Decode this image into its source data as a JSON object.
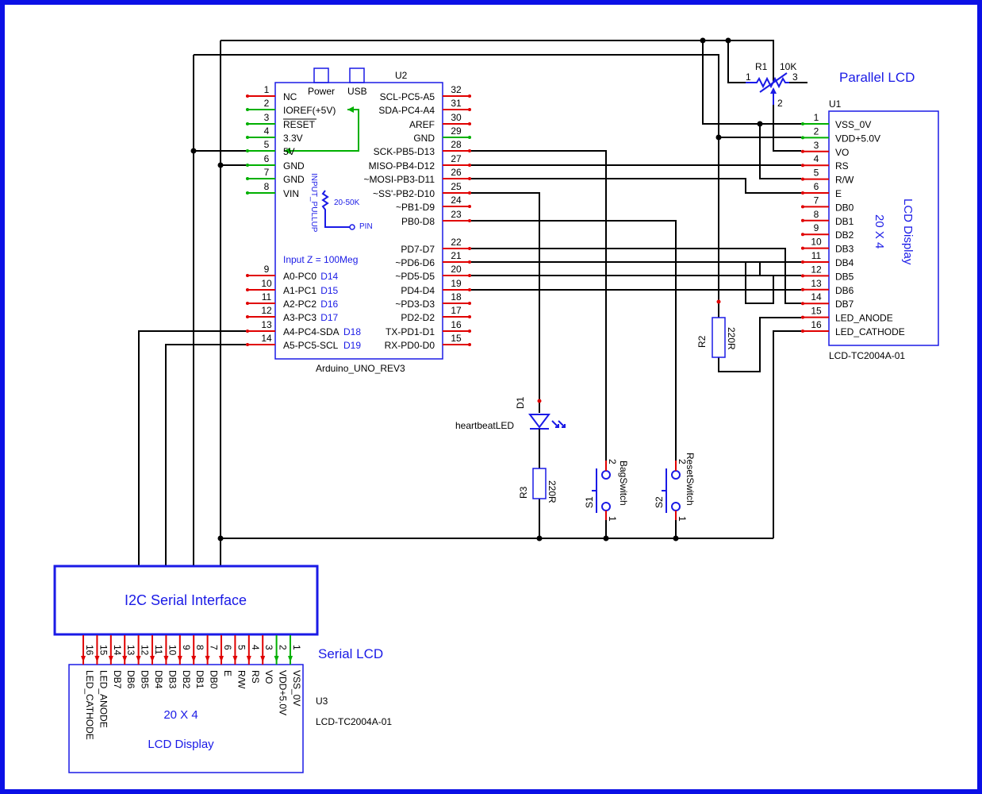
{
  "uno": {
    "ref": "U2",
    "name": "Arduino_UNO_REV3",
    "top_labels": [
      "Power",
      "USB"
    ],
    "left_pins": [
      {
        "num": "1",
        "label": "NC",
        "ext": ""
      },
      {
        "num": "2",
        "label": "IOREF(+5V)",
        "ext": ""
      },
      {
        "num": "3",
        "label": "RESET",
        "ext": ""
      },
      {
        "num": "4",
        "label": "3.3V",
        "ext": ""
      },
      {
        "num": "5",
        "label": "5V",
        "ext": ""
      },
      {
        "num": "6",
        "label": "GND",
        "ext": ""
      },
      {
        "num": "7",
        "label": "GND",
        "ext": ""
      },
      {
        "num": "8",
        "label": "VIN",
        "ext": ""
      },
      {
        "num": "9",
        "label": "A0-PC0",
        "ext": "D14"
      },
      {
        "num": "10",
        "label": "A1-PC1",
        "ext": "D15"
      },
      {
        "num": "11",
        "label": "A2-PC2",
        "ext": "D16"
      },
      {
        "num": "12",
        "label": "A3-PC3",
        "ext": "D17"
      },
      {
        "num": "13",
        "label": "A4-PC4-SDA",
        "ext": "D18"
      },
      {
        "num": "14",
        "label": "A5-PC5-SCL",
        "ext": "D19"
      }
    ],
    "right_pins": [
      {
        "num": "32",
        "label": "SCL-PC5-A5"
      },
      {
        "num": "31",
        "label": "SDA-PC4-A4"
      },
      {
        "num": "30",
        "label": "AREF"
      },
      {
        "num": "29",
        "label": "GND"
      },
      {
        "num": "28",
        "label": "SCK-PB5-D13"
      },
      {
        "num": "27",
        "label": "MISO-PB4-D12"
      },
      {
        "num": "26",
        "label": "~MOSI-PB3-D11"
      },
      {
        "num": "25",
        "label": "~SS'-PB2-D10"
      },
      {
        "num": "24",
        "label": "~PB1-D9"
      },
      {
        "num": "23",
        "label": "PB0-D8"
      },
      {
        "num": "22",
        "label": "PD7-D7"
      },
      {
        "num": "21",
        "label": "~PD6-D6"
      },
      {
        "num": "20",
        "label": "~PD5-D5"
      },
      {
        "num": "19",
        "label": "PD4-D4"
      },
      {
        "num": "18",
        "label": "~PD3-D3"
      },
      {
        "num": "17",
        "label": "PD2-D2"
      },
      {
        "num": "16",
        "label": "TX-PD1-D1"
      },
      {
        "num": "15",
        "label": "RX-PD0-D0"
      }
    ],
    "pullup_label": "INPUT_PULLUP",
    "pullup_value": "20-50K",
    "pin_label": "PIN",
    "input_z": "Input Z = 100Meg"
  },
  "parallel_lcd": {
    "title": "Parallel LCD",
    "ref": "U1",
    "part": "LCD-TC2004A-01",
    "size": "20 X 4",
    "caption": "LCD Display",
    "pins": [
      {
        "num": "1",
        "label": "VSS_0V"
      },
      {
        "num": "2",
        "label": "VDD+5.0V"
      },
      {
        "num": "3",
        "label": "VO"
      },
      {
        "num": "4",
        "label": "RS"
      },
      {
        "num": "5",
        "label": "R/W"
      },
      {
        "num": "6",
        "label": "E"
      },
      {
        "num": "7",
        "label": "DB0"
      },
      {
        "num": "8",
        "label": "DB1"
      },
      {
        "num": "9",
        "label": "DB2"
      },
      {
        "num": "10",
        "label": "DB3"
      },
      {
        "num": "11",
        "label": "DB4"
      },
      {
        "num": "12",
        "label": "DB5"
      },
      {
        "num": "13",
        "label": "DB6"
      },
      {
        "num": "14",
        "label": "DB7"
      },
      {
        "num": "15",
        "label": "LED_ANODE"
      },
      {
        "num": "16",
        "label": "LED_CATHODE"
      }
    ]
  },
  "pot": {
    "ref": "R1",
    "value": "10K",
    "pin1": "1",
    "pin2": "2",
    "pin3": "3"
  },
  "r2": {
    "ref": "R2",
    "value": "220R"
  },
  "r3": {
    "ref": "R3",
    "value": "220R"
  },
  "led": {
    "ref": "D1",
    "name": "heartbeatLED"
  },
  "s1": {
    "ref": "S1",
    "name": "BagSwitch",
    "p1": "1",
    "p2": "2"
  },
  "s2": {
    "ref": "S2",
    "name": "ResetSwitch",
    "p1": "1",
    "p2": "2"
  },
  "i2c": {
    "label": "I2C Serial Interface"
  },
  "serial_lcd": {
    "title": "Serial LCD",
    "ref": "U3",
    "part": "LCD-TC2004A-01",
    "size": "20 X 4",
    "caption": "LCD Display",
    "pins": [
      {
        "num": "16",
        "label": "LED_CATHODE"
      },
      {
        "num": "15",
        "label": "LED_ANODE"
      },
      {
        "num": "14",
        "label": "DB7"
      },
      {
        "num": "13",
        "label": "DB6"
      },
      {
        "num": "12",
        "label": "DB5"
      },
      {
        "num": "11",
        "label": "DB4"
      },
      {
        "num": "10",
        "label": "DB3"
      },
      {
        "num": "9",
        "label": "DB2"
      },
      {
        "num": "8",
        "label": "DB1"
      },
      {
        "num": "7",
        "label": "DB0"
      },
      {
        "num": "6",
        "label": "E"
      },
      {
        "num": "5",
        "label": "R/W"
      },
      {
        "num": "4",
        "label": "RS"
      },
      {
        "num": "3",
        "label": "VO"
      },
      {
        "num": "2",
        "label": "VDD+5.0V"
      },
      {
        "num": "1",
        "label": "VSS_0V"
      }
    ]
  },
  "colors": {
    "border": "#0b10e6",
    "component": "#1a1ae6",
    "wire": "#000000",
    "pin_red": "#e00000",
    "pin_green": "#00b000"
  }
}
